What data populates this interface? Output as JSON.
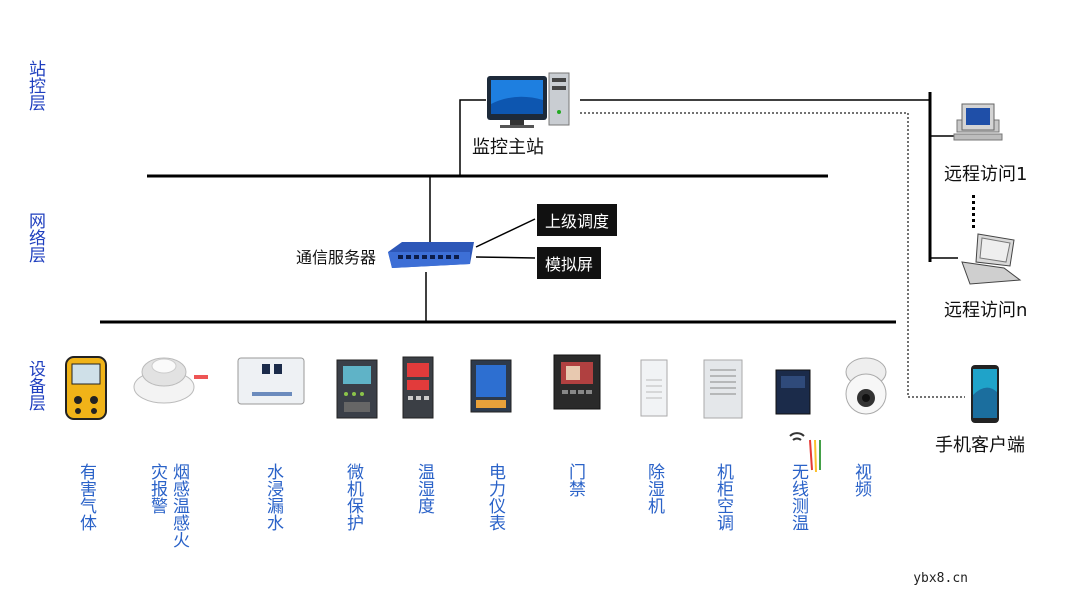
{
  "layers": [
    {
      "id": "station",
      "label": "站控层"
    },
    {
      "id": "network",
      "label": "网络层"
    },
    {
      "id": "device",
      "label": "设备层"
    }
  ],
  "nodes": {
    "host": "监控主站",
    "server": "通信服务器",
    "upper": "上级调度",
    "mimic": "模拟屏",
    "remote1": "远程访问1",
    "remoten": "远程访问n",
    "mobile": "手机客户端"
  },
  "devices": [
    {
      "id": "gas",
      "label": "有害气体",
      "icon": "gas-detector-icon"
    },
    {
      "id": "smoke",
      "label": "烟感温感火灾报警",
      "icon": "smoke-detector-icon"
    },
    {
      "id": "water",
      "label": "水浸漏水",
      "icon": "water-leak-sensor-icon"
    },
    {
      "id": "protect",
      "label": "微机保护",
      "icon": "protection-relay-icon"
    },
    {
      "id": "temp",
      "label": "温湿度",
      "icon": "temp-humidity-controller-icon"
    },
    {
      "id": "meter",
      "label": "电力仪表",
      "icon": "power-meter-icon"
    },
    {
      "id": "door",
      "label": "门禁",
      "icon": "access-control-icon"
    },
    {
      "id": "dehum",
      "label": "除湿机",
      "icon": "dehumidifier-icon"
    },
    {
      "id": "cabinet",
      "label": "机柜空调",
      "icon": "cabinet-ac-icon"
    },
    {
      "id": "wireless",
      "label": "无线测温",
      "icon": "wireless-temp-icon"
    },
    {
      "id": "video",
      "label": "视频",
      "icon": "ptz-camera-icon"
    }
  ],
  "watermark": "ybx8.cn",
  "colors": {
    "layer_label": "#1f3fbf",
    "device_label": "#2a62c8",
    "bus": "#000000",
    "switch": "#2d57b8"
  }
}
